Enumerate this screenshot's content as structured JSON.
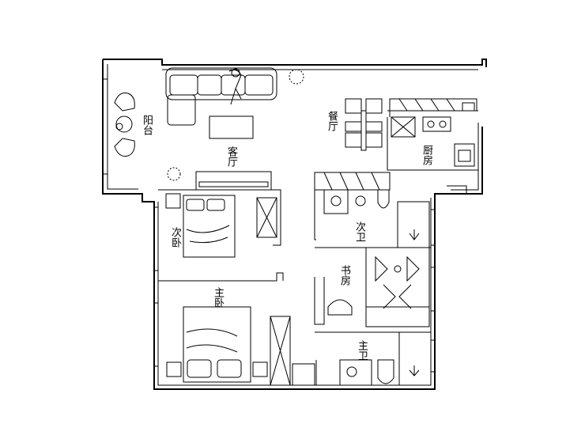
{
  "rooms": {
    "balcony": "阳台",
    "living": "客厅",
    "dining": "餐厅",
    "kitchen": "厨房",
    "bedroom2": "次卧",
    "master": "主卧",
    "study": "书房",
    "bath_sub": "次卫",
    "bath_master": "主卫"
  },
  "colors": {
    "line": "#000000",
    "background": "#ffffff",
    "accent": "#2b9a4a"
  }
}
